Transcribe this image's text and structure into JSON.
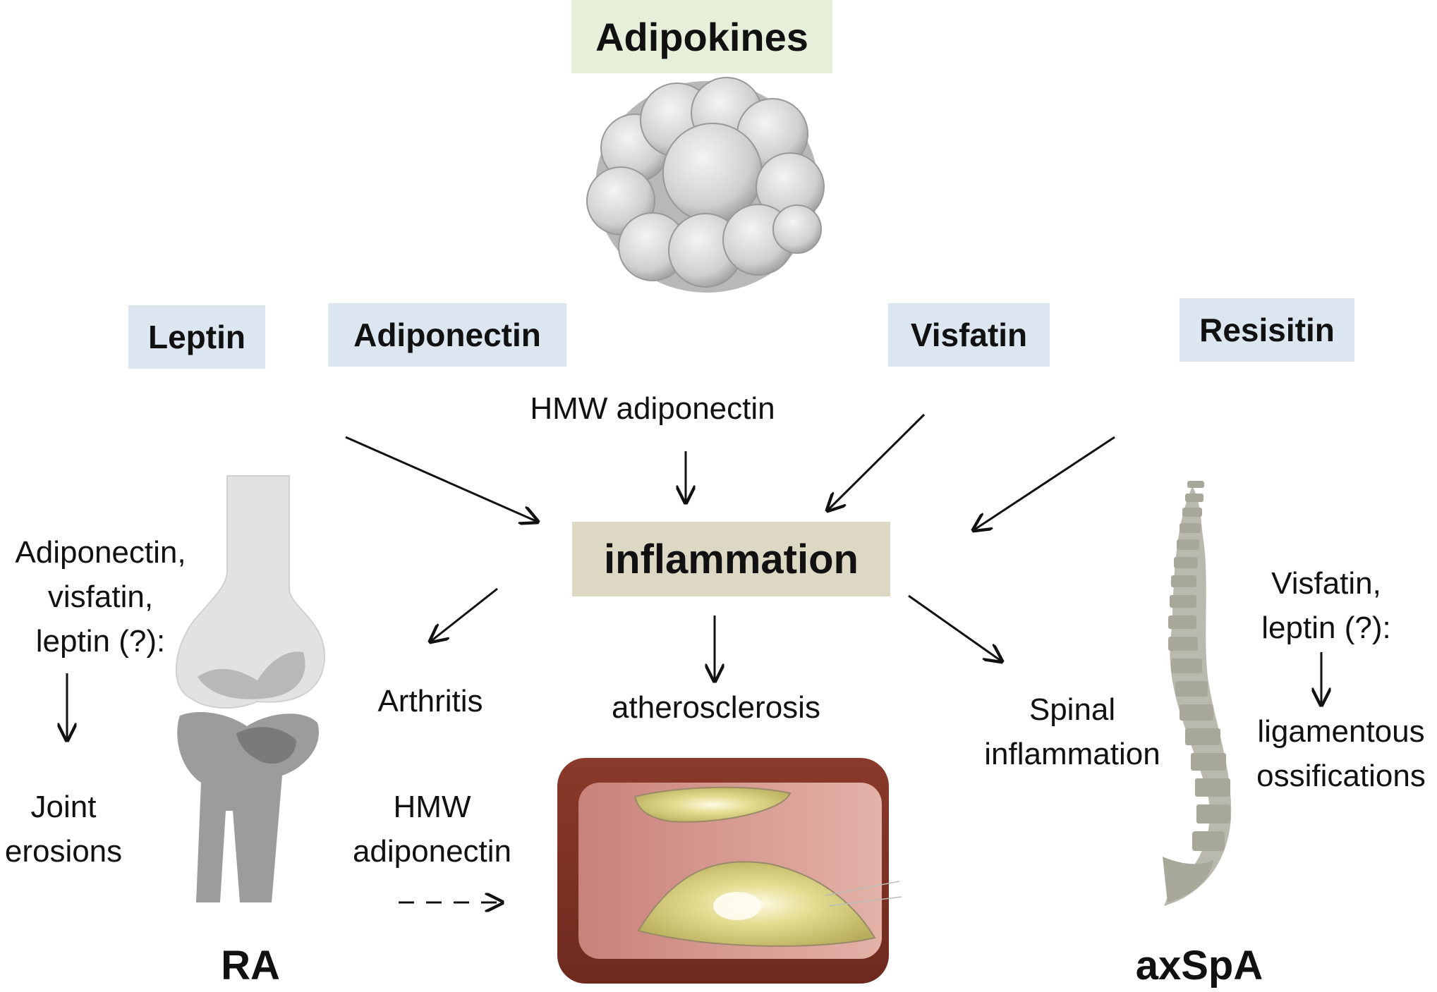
{
  "title": "Adipokines",
  "adipokines": {
    "leptin": "Leptin",
    "adiponectin": "Adiponectin",
    "visfatin": "Visfatin",
    "resistin": "Resisitin"
  },
  "hmw_top": "HMW adiponectin",
  "center": "inflammation",
  "outcomes": {
    "arthritis": "Arthritis",
    "atherosclerosis": "atherosclerosis",
    "spinal_line1": "Spinal",
    "spinal_line2": "inflammation"
  },
  "ra_side": {
    "cause_line1": "Adiponectin,",
    "cause_line2": "visfatin,",
    "cause_line3": "leptin (?):",
    "effect_line1": "Joint",
    "effect_line2": "erosions",
    "hmw_line1": "HMW",
    "hmw_line2": "adiponectin",
    "label": "RA"
  },
  "axspa_side": {
    "cause_line1": "Visfatin,",
    "cause_line2": "leptin (?):",
    "effect_line1": "ligamentous",
    "effect_line2": "ossifications",
    "label": "axSpA"
  },
  "colors": {
    "title_box": "#e6efd9",
    "adipokine_box": "#dce6f1",
    "inflammation_box": "#ddd8c4",
    "arrow": "#111111"
  }
}
